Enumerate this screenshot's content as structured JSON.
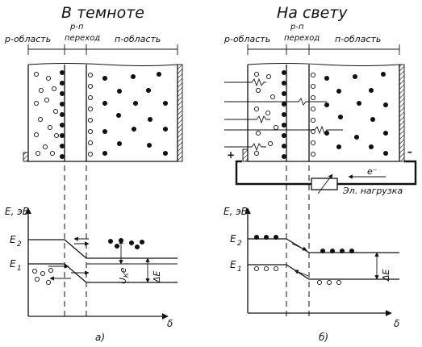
{
  "left": {
    "title": "В темноте",
    "region_p": "р-область",
    "region_pn_line1": "р-п",
    "region_pn_line2": "переход",
    "region_n": "п-область",
    "energy_axis": "E, эВ",
    "level_e2": "E",
    "level_e2_sub": "2",
    "level_e1": "E",
    "level_e1_sub": "1",
    "uk_label": "U",
    "uk_sub": "К",
    "uk_e": "e",
    "delta_e": "ΔE",
    "x_axis": "δ",
    "caption": "а)"
  },
  "right": {
    "title": "На свету",
    "region_p": "р-область",
    "region_pn_line1": "р-п",
    "region_pn_line2": "переход",
    "region_n": "п-область",
    "electron_label": "e⁻",
    "load_label": "Эл. нагрузка",
    "plus": "+",
    "minus": "–",
    "energy_axis": "E, эВ",
    "level_e2": "E",
    "level_e2_sub": "2",
    "level_e1": "E",
    "level_e1_sub": "1",
    "delta_e": "ΔE",
    "x_axis": "δ",
    "caption": "б)"
  }
}
